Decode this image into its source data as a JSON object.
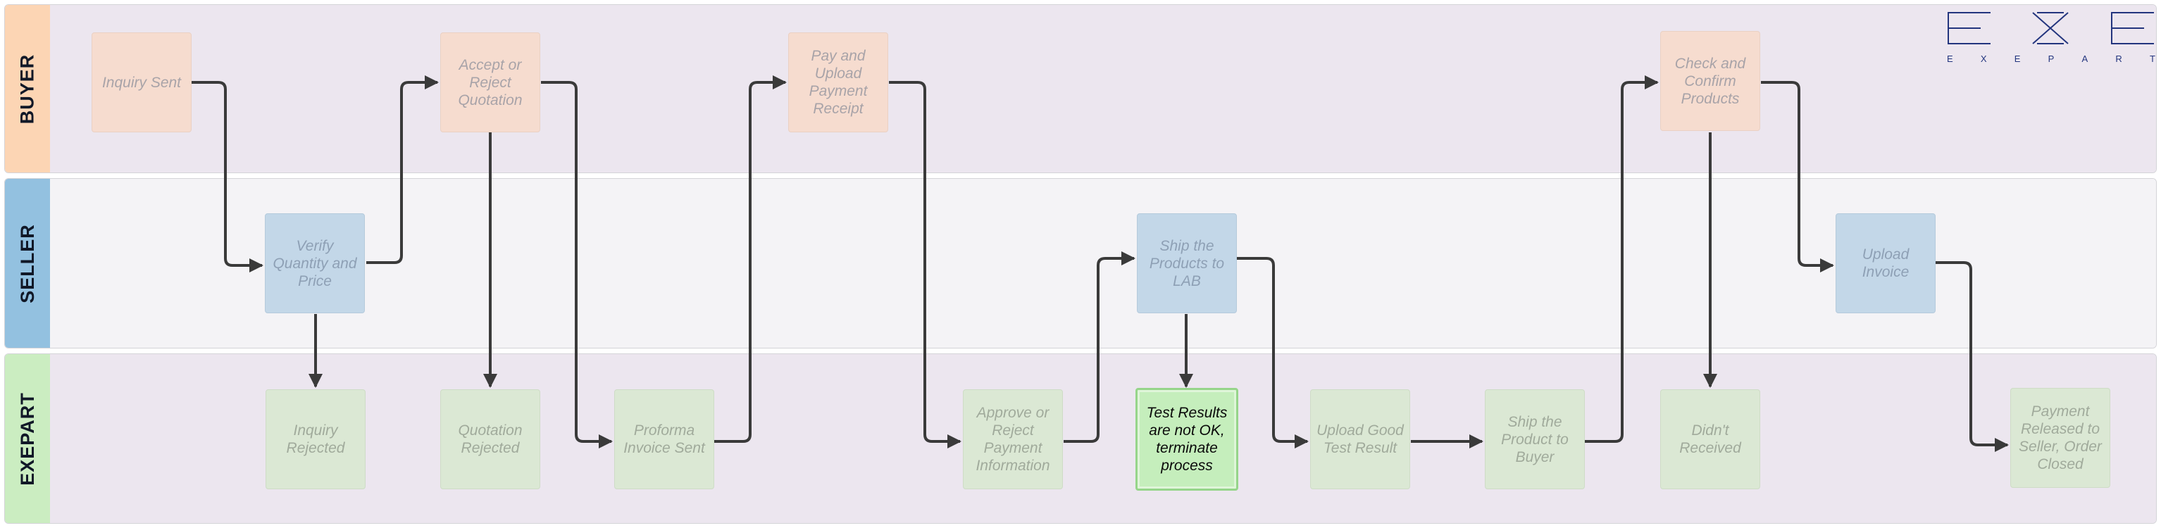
{
  "lanes": [
    {
      "label": "BUYER",
      "header_color": "#fcd5b4",
      "body_color": "#ece6ef"
    },
    {
      "label": "SELLER",
      "header_color": "#93c1e0",
      "body_color": "#f4f3f6"
    },
    {
      "label": "EXEPART",
      "header_color": "#cbedc1",
      "body_color": "#ece6ef"
    }
  ],
  "nodes": {
    "inquiry_sent": "Inquiry Sent",
    "accept_reject_quotation": "Accept or Reject Quotation",
    "pay_upload_receipt": "Pay and Upload Payment Receipt",
    "check_confirm_products": "Check and Confirm Products",
    "verify_quantity_price": "Verify Quantity and Price",
    "ship_products_lab": "Ship the Products to LAB",
    "upload_invoice": "Upload Invoice",
    "inquiry_rejected": "Inquiry Rejected",
    "quotation_rejected": "Quotation Rejected",
    "proforma_invoice_sent": "Proforma Invoice Sent",
    "approve_reject_payment": "Approve or Reject Payment Information",
    "test_results_not_ok": "Test Results are not OK, terminate process",
    "upload_good_test_result": "Upload Good Test Result",
    "ship_product_buyer": "Ship the Product to Buyer",
    "didnt_received": "Didn't Received",
    "payment_released": "Payment Released to Seller, Order Closed"
  },
  "logo": {
    "letters": [
      "E",
      "X",
      "E",
      "P",
      "A",
      "R",
      "T"
    ],
    "color": "#23357e"
  },
  "colors": {
    "connector": "#3a3a3a",
    "highlight_fill": "#c5eebc",
    "highlight_border": "#96d58a"
  }
}
